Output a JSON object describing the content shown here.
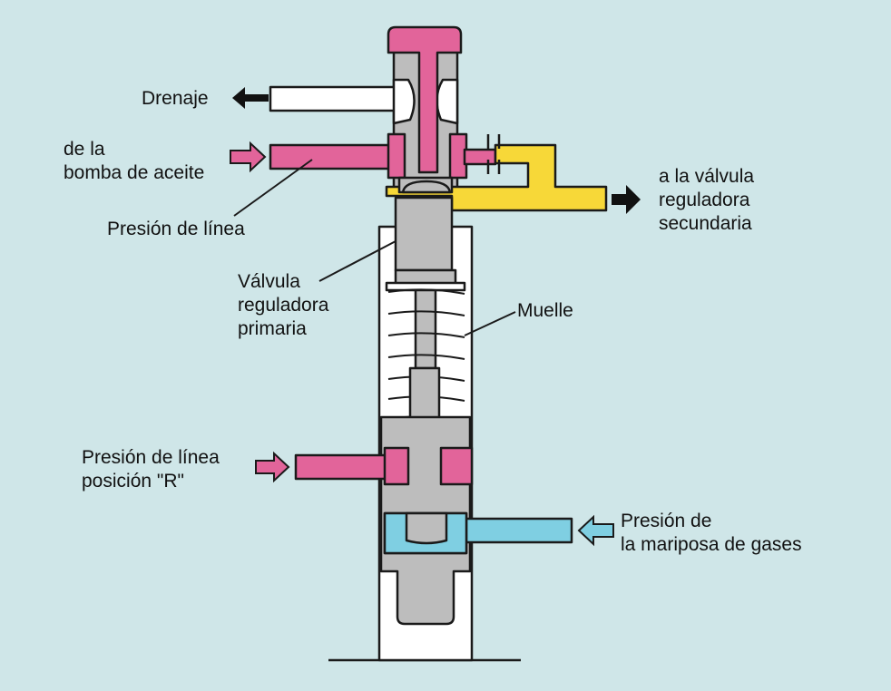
{
  "labels": {
    "drain": "Drenaje",
    "from_pump_line1": "de la",
    "from_pump_line2": "bomba de aceite",
    "line_pressure": "Presión de línea",
    "to_valve_line1": "a la válvula",
    "to_valve_line2": "reguladora",
    "to_valve_line3": "secundaria",
    "primary_valve_line1": "Válvula",
    "primary_valve_line2": "reguladora",
    "primary_valve_line3": "primaria",
    "spring": "Muelle",
    "line_pressure_r_line1": "Presión de línea",
    "line_pressure_r_line2": "posición \"R\"",
    "throttle_line1": "Presión de",
    "throttle_line2": "la mariposa de gases"
  },
  "colors": {
    "background": "#cfe6e8",
    "line_pressure": "#e2649a",
    "secondary_pressure": "#f7d838",
    "throttle_pressure": "#7fcfe2",
    "valve_body": "#bdbdbd",
    "housing": "#ffffff",
    "outline": "#1a1a1a"
  }
}
